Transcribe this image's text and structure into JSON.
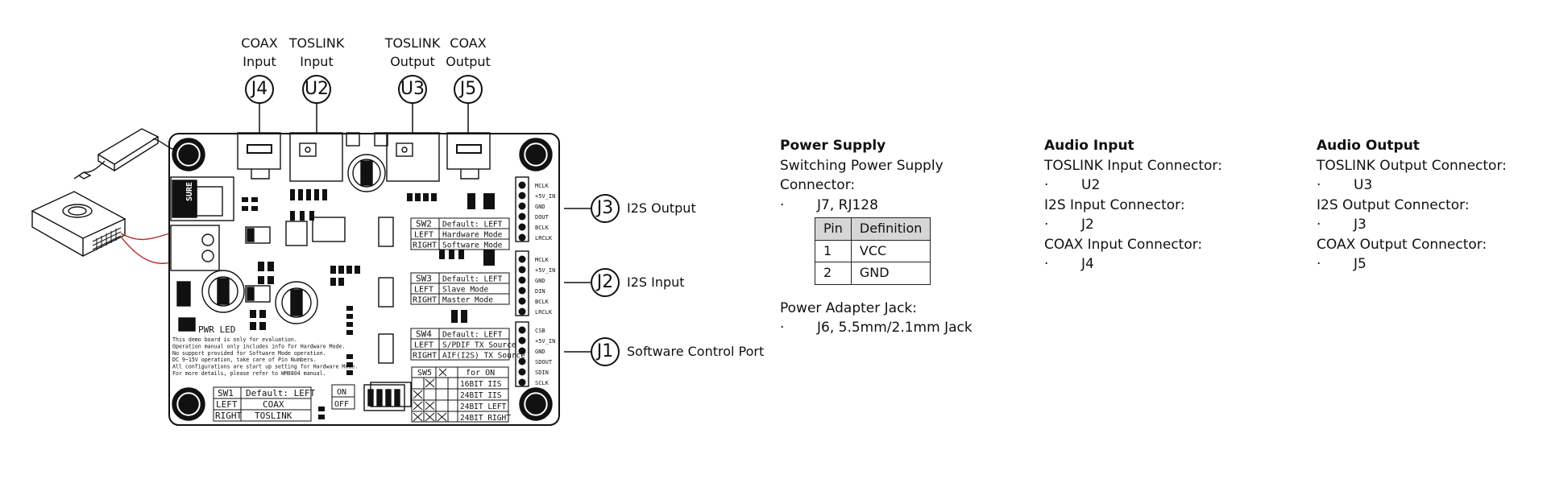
{
  "top_labels": [
    {
      "id": "J4",
      "line1": "COAX",
      "line2": "Input"
    },
    {
      "id": "U2",
      "line1": "TOSLINK",
      "line2": "Input"
    },
    {
      "id": "U3",
      "line1": "TOSLINK",
      "line2": "Output"
    },
    {
      "id": "J5",
      "line1": "COAX",
      "line2": "Output"
    }
  ],
  "side_labels": [
    {
      "id": "J3",
      "text": "I2S Output"
    },
    {
      "id": "J2",
      "text": "I2S Input"
    },
    {
      "id": "J1",
      "text": "Software Control Port"
    }
  ],
  "board": {
    "silk_j3_pins": [
      "MCLK",
      "+5V_IN",
      "GND",
      "DOUT",
      "BCLK",
      "LRCLK"
    ],
    "silk_j2_pins": [
      "MCLK",
      "+5V_IN",
      "GND",
      "DIN",
      "BCLK",
      "LRCLK"
    ],
    "silk_j1_pins": [
      "CSB",
      "+5V_IN",
      "GND",
      "SDOUT",
      "SDIN",
      "SCLK"
    ],
    "sw2": {
      "title": "SW2",
      "default": "Default: LEFT",
      "left_k": "LEFT",
      "left_v": "Hardware Mode",
      "right_k": "RIGHT",
      "right_v": "Software Mode"
    },
    "sw3": {
      "title": "SW3",
      "default": "Default: LEFT",
      "left_k": "LEFT",
      "left_v": "Slave Mode",
      "right_k": "RIGHT",
      "right_v": "Master Mode"
    },
    "sw4": {
      "title": "SW4",
      "default": "Default: LEFT",
      "left_k": "LEFT",
      "left_v": "S/PDIF TX Source",
      "right_k": "RIGHT",
      "right_v": "AIF(I2S) TX Source"
    },
    "sw1": {
      "title": "SW1",
      "default": "Default: LEFT",
      "left_k": "LEFT",
      "left_v": "COAX",
      "right_k": "RIGHT",
      "right_v": "TOSLINK"
    },
    "sw5": {
      "title": "SW5",
      "for_on": "for ON",
      "rows": [
        "16BIT IIS",
        "24BIT IIS",
        "24BIT LEFT",
        "24BIT RIGHT"
      ]
    },
    "on_off": [
      "ON",
      "OFF"
    ],
    "pwr_led": "PWR LED",
    "sure": "SURE",
    "notes": [
      "This demo board is only for evaluation.",
      "Operation manual only includes info for Hardware Mode.",
      "No support provided for Software Mode operation.",
      "DC 9~15V operation, take care of Pin Numbers.",
      "All configurations are start up setting for Hardware Mode.",
      "For more details, please refer to WM8804 manual."
    ]
  },
  "power": {
    "heading": "Power Supply",
    "connector_label": "Switching Power Supply Connector:",
    "connector_value": "J7, RJ128",
    "table_headers": [
      "Pin",
      "Definition"
    ],
    "table_rows": [
      [
        "1",
        "VCC"
      ],
      [
        "2",
        "GND"
      ]
    ],
    "jack_label": "Power Adapter Jack:",
    "jack_value": "J6, 5.5mm/2.1mm Jack"
  },
  "audio_input": {
    "heading": "Audio Input",
    "items": [
      {
        "label": "TOSLINK Input Connector:",
        "value": "U2"
      },
      {
        "label": "I2S Input Connector:",
        "value": "J2"
      },
      {
        "label": "COAX Input Connector:",
        "value": "J4"
      }
    ]
  },
  "audio_output": {
    "heading": "Audio Output",
    "items": [
      {
        "label": "TOSLINK Output Connector:",
        "value": "U3"
      },
      {
        "label": "I2S Output Connector:",
        "value": "J3"
      },
      {
        "label": "COAX Output Connector:",
        "value": "J5"
      }
    ]
  },
  "bullet": "·"
}
